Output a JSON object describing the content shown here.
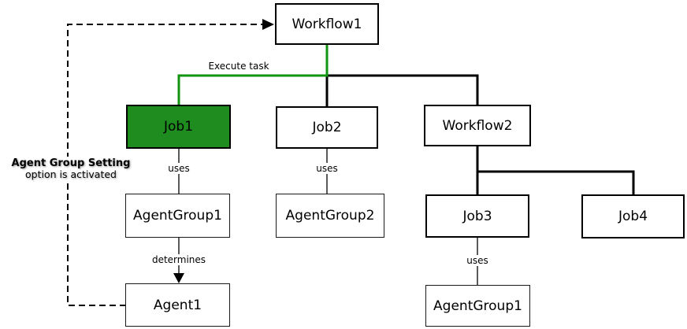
{
  "diagram": {
    "title_context": "workflow-agent-hierarchy",
    "nodes": {
      "workflow1": {
        "label": "Workflow1"
      },
      "job1": {
        "label": "Job1"
      },
      "job2": {
        "label": "Job2"
      },
      "workflow2": {
        "label": "Workflow2"
      },
      "agentgroup1_left": {
        "label": "AgentGroup1"
      },
      "agentgroup2": {
        "label": "AgentGroup2"
      },
      "job3": {
        "label": "Job3"
      },
      "job4": {
        "label": "Job4"
      },
      "agent1": {
        "label": "Agent1"
      },
      "agentgroup1_right": {
        "label": "AgentGroup1"
      }
    },
    "edge_labels": {
      "execute_task": "Execute task",
      "job1_uses": "uses",
      "job2_uses": "uses",
      "agentgroup1_determines": "determines",
      "job3_uses": "uses"
    },
    "annotation": {
      "line1": "Agent Group Setting",
      "line2": "option is activated"
    },
    "colors": {
      "highlight_green": "#1e8c1e",
      "green_line": "#129312",
      "line_black": "#000000"
    }
  }
}
